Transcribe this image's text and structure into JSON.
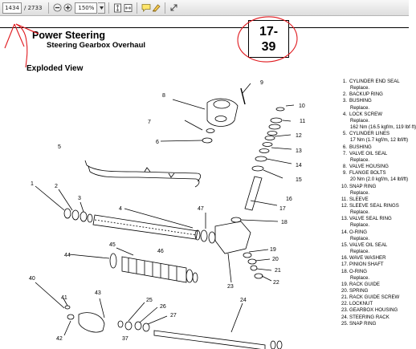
{
  "toolbar": {
    "current_page": "1434",
    "page_total": "/ 2733",
    "zoom": "150%"
  },
  "document": {
    "title": "Power Steering",
    "subtitle": "Steering Gearbox Overhaul",
    "page_number_line1": "17-",
    "page_number_line2": "39",
    "section_heading": "Exploded View"
  },
  "parts": [
    {
      "num": "1.",
      "name": "CYLINDER END SEAL",
      "note": "Replace."
    },
    {
      "num": "2.",
      "name": "BACKUP RING"
    },
    {
      "num": "3.",
      "name": "BUSHING",
      "note": "Replace."
    },
    {
      "num": "4.",
      "name": "LOCK SCREW",
      "note": "Replace.",
      "note2": "162 Nm (16.5 kgf/m, 119 lbf·ft)"
    },
    {
      "num": "5.",
      "name": "CYLINDER LINES",
      "note": "17 Nm (1.7 kgf/m, 12 lbf/ft)"
    },
    {
      "num": "6.",
      "name": "BUSHING"
    },
    {
      "num": "7.",
      "name": "VALVE OIL SEAL",
      "note": "Replace."
    },
    {
      "num": "8.",
      "name": "VALVE HOUSING"
    },
    {
      "num": "9.",
      "name": "FLANGE BOLTS",
      "note": "20 Nm (2.0 kgf/m, 14 lbf/ft)"
    },
    {
      "num": "10.",
      "name": "SNAP RING",
      "note": "Replace."
    },
    {
      "num": "11.",
      "name": "SLEEVE"
    },
    {
      "num": "12.",
      "name": "SLEEVE SEAL RINGS",
      "note": "Replace."
    },
    {
      "num": "13.",
      "name": "VALVE SEAL RING",
      "note": "Replace."
    },
    {
      "num": "14.",
      "name": "O-RING",
      "note": "Replace."
    },
    {
      "num": "15.",
      "name": "VALVE OIL SEAL",
      "note": "Replace."
    },
    {
      "num": "16.",
      "name": "WAVE WASHER"
    },
    {
      "num": "17.",
      "name": "PINION SHAFT"
    },
    {
      "num": "18.",
      "name": "O-RING",
      "note": "Replace."
    },
    {
      "num": "19.",
      "name": "RACK GUIDE"
    },
    {
      "num": "20.",
      "name": "SPRING"
    },
    {
      "num": "21.",
      "name": "RACK GUIDE SCREW"
    },
    {
      "num": "22.",
      "name": "LOCKNUT"
    },
    {
      "num": "23.",
      "name": "GEARBOX HOUSING"
    },
    {
      "num": "24.",
      "name": "STEERING RACK"
    },
    {
      "num": "25.",
      "name": "SNAP RING"
    }
  ],
  "callouts": [
    "1",
    "2",
    "3",
    "4",
    "5",
    "6",
    "7",
    "8",
    "9",
    "10",
    "11",
    "12",
    "13",
    "14",
    "15",
    "16",
    "17",
    "18",
    "19",
    "20",
    "21",
    "22",
    "23",
    "24",
    "25",
    "26",
    "27",
    "37",
    "40",
    "41",
    "42",
    "43",
    "44",
    "45",
    "46",
    "47"
  ],
  "colors": {
    "annotation_red": "#e0191e",
    "line": "#000000"
  }
}
